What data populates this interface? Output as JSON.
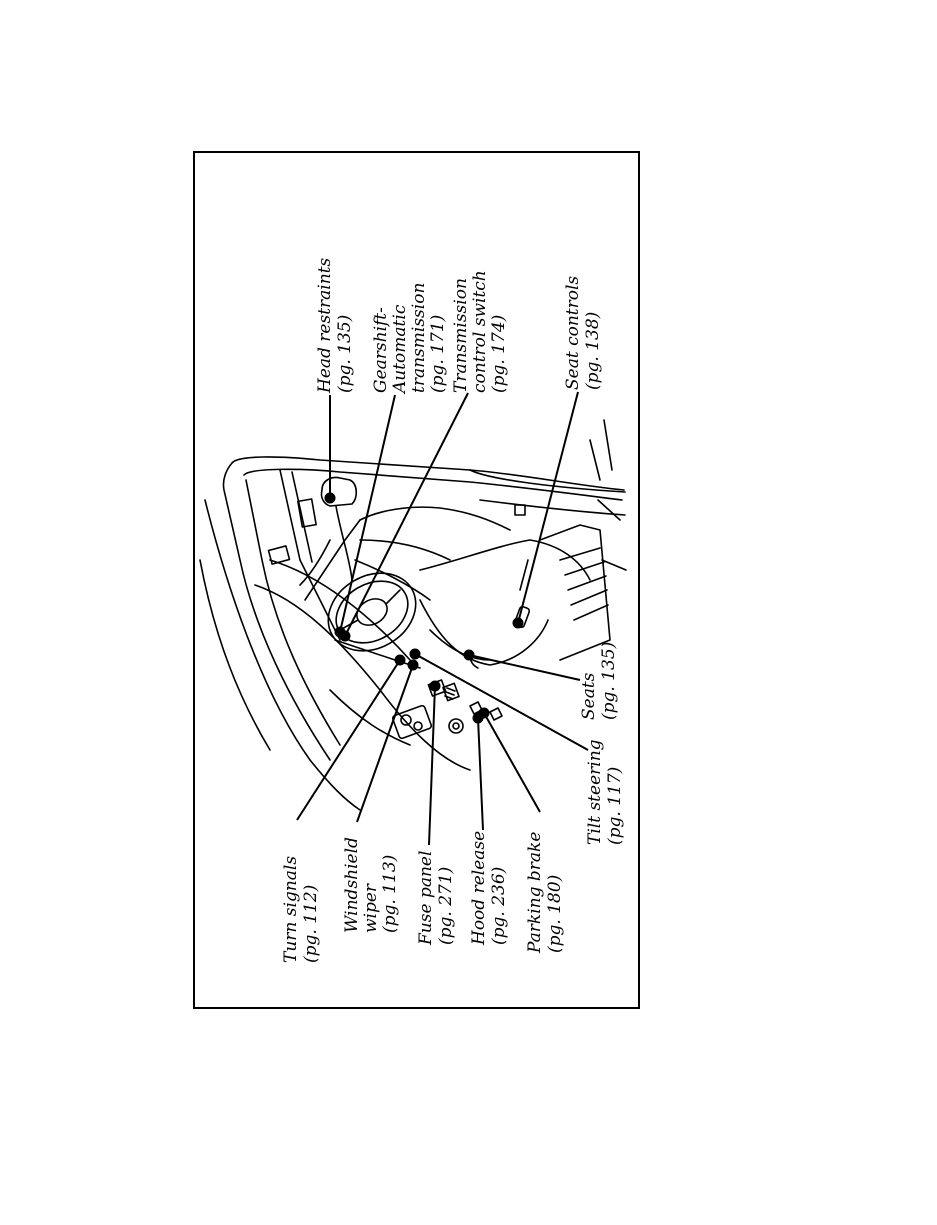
{
  "figure": {
    "labels": {
      "head_restraints": {
        "line1": "Head restraints",
        "line2": "(pg. 135)"
      },
      "gearshift": {
        "line1": "Gearshift-",
        "line2": "Automatic",
        "line3": "transmission",
        "line4": "(pg. 171)"
      },
      "transmission_control": {
        "line1": "Transmission",
        "line2": "control switch",
        "line3": "(pg. 174)"
      },
      "seat_controls": {
        "line1": "Seat controls",
        "line2": "(pg. 138)"
      },
      "seats": {
        "line1": "Seats",
        "line2": "(pg. 135)"
      },
      "tilt_steering": {
        "line1": "Tilt steering",
        "line2": "(pg. 117)"
      },
      "turn_signals": {
        "line1": "Turn signals",
        "line2": "(pg. 112)"
      },
      "windshield_wiper": {
        "line1": "Windshield",
        "line2": "wiper",
        "line3": "(pg. 113)"
      },
      "fuse_panel": {
        "line1": "Fuse panel",
        "line2": "(pg. 271)"
      },
      "hood_release": {
        "line1": "Hood release",
        "line2": "(pg. 236)"
      },
      "parking_brake": {
        "line1": "Parking brake",
        "line2": "(pg. 180)"
      }
    },
    "colors": {
      "ink": "#000000",
      "paper": "#ffffff"
    }
  }
}
